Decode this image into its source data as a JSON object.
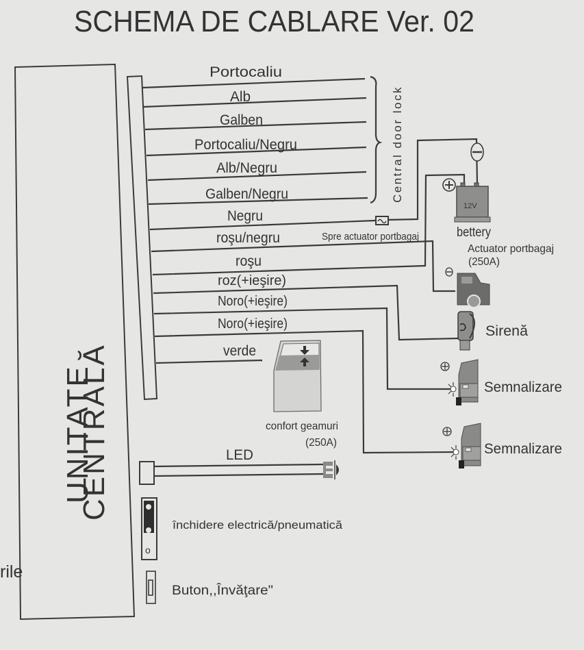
{
  "title": "SCHEMA DE CABLARE Ver. 02",
  "central_unit": {
    "line1": "UNITATE",
    "line2": "CENTRALĂ"
  },
  "door_lock_group_label": "Central door lock",
  "wires": [
    {
      "id": "w1",
      "label": "Portocaliu"
    },
    {
      "id": "w2",
      "label": "Alb"
    },
    {
      "id": "w3",
      "label": "Galben"
    },
    {
      "id": "w4",
      "label": "Portocaliu/Negru"
    },
    {
      "id": "w5",
      "label": "Alb/Negru"
    },
    {
      "id": "w6",
      "label": "Galben/Negru"
    },
    {
      "id": "w7",
      "label": "Negru"
    },
    {
      "id": "w8",
      "label": "roşu/negru"
    },
    {
      "id": "w9",
      "label": "roşu"
    },
    {
      "id": "w10",
      "label": "roz(+ieşire)"
    },
    {
      "id": "w11",
      "label": "Noro(+ieşire)"
    },
    {
      "id": "w12",
      "label": "Noro(+ieşire)"
    },
    {
      "id": "w13",
      "label": "verde"
    }
  ],
  "fuse_label": "Spre actuator portbagaj",
  "battery": {
    "voltage": "12V",
    "label": "bettery",
    "plus": "+",
    "minus": "−"
  },
  "trunk_actuator": {
    "label": "Actuator portbagaj",
    "rating": "(250A)",
    "minus": "−"
  },
  "siren": {
    "label": "Sirenă"
  },
  "signal_lights": [
    {
      "label": "Semnalizare",
      "plus": "+"
    },
    {
      "label": "Semnalizare",
      "plus": "+"
    }
  ],
  "window_comfort": {
    "label": "confort geamuri",
    "rating": "(250A)"
  },
  "led": {
    "label": "LED"
  },
  "jumper": {
    "label": "închidere electrică/pneumatică",
    "pin_mark": "o"
  },
  "learn_button": {
    "label": "Buton,,Învăţare\""
  },
  "cut_off_text": "rile"
}
